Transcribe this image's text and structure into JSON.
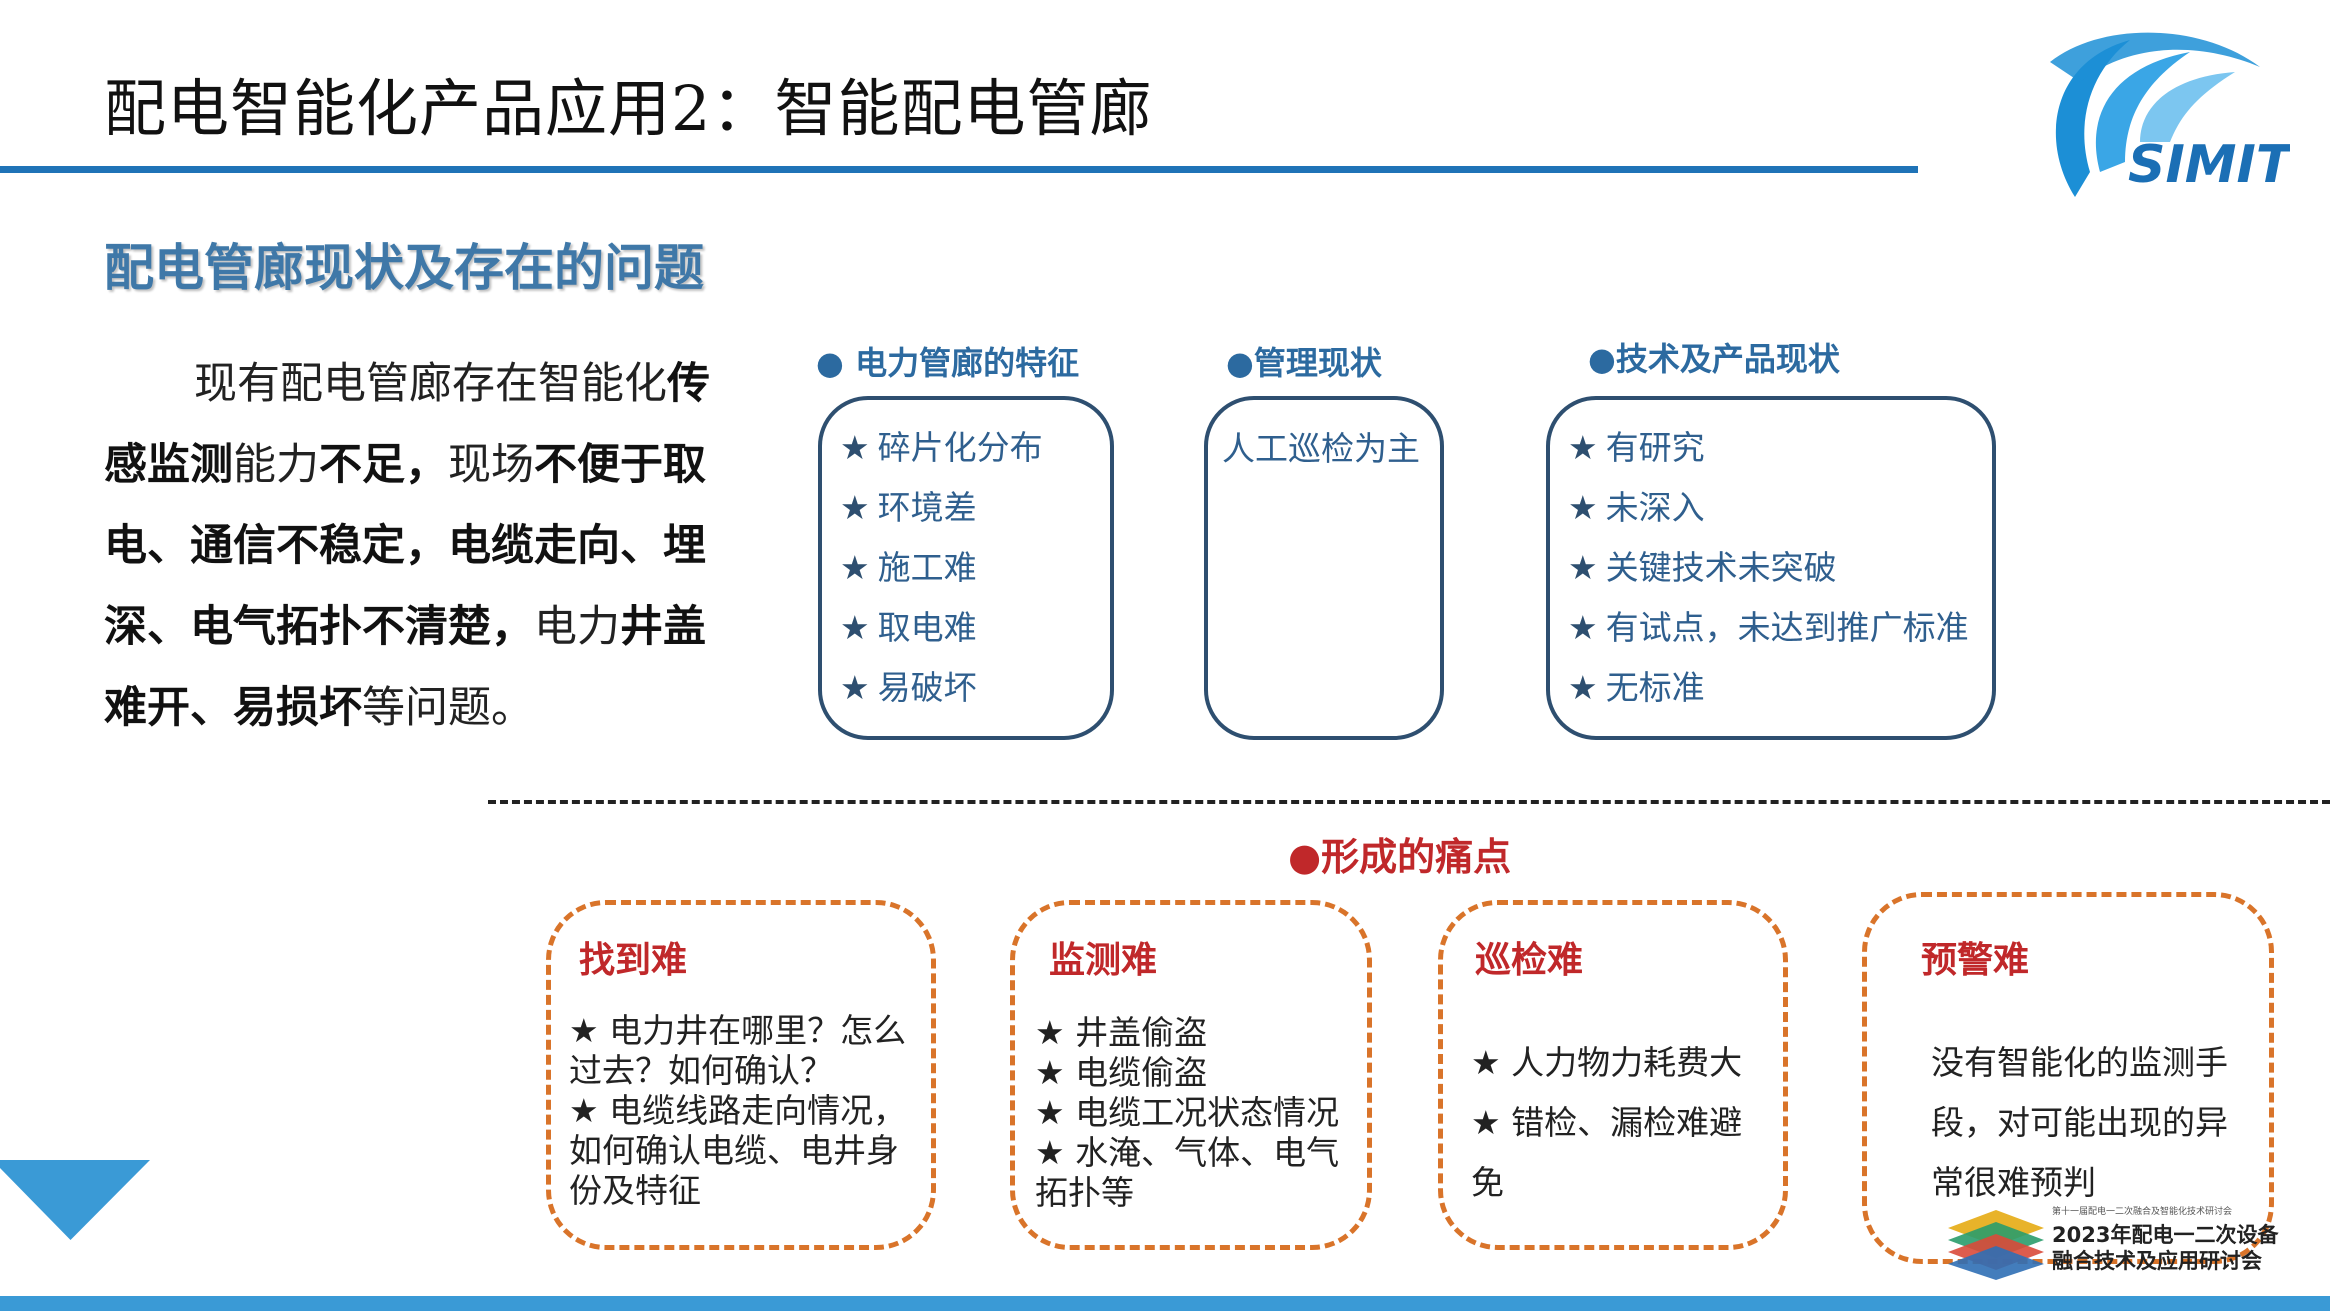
{
  "header": {
    "title": "配电智能化产品应用2：智能配电管廊",
    "logo_text": "SIMIT"
  },
  "section_title": "配电管廊现状及存在的问题",
  "intro": {
    "p1": "现有配电管廊存在智能化",
    "p2": "传感监测",
    "p3": "能力",
    "p4": "不足，",
    "p5": "现场",
    "p6": "不便于取电、通信不稳定，电缆走向、埋深、电气拓扑不清楚，",
    "p7": "电力",
    "p8": "井盖难开、易损坏",
    "p9": "等问题。"
  },
  "characteristics": {
    "title": "● 电力管廊的特征",
    "items": [
      "碎片化分布",
      "环境差",
      "施工难",
      "取电难",
      "易破坏"
    ]
  },
  "management": {
    "title": "●管理现状",
    "text": "人工巡检为主"
  },
  "technology": {
    "title": "●技术及产品现状",
    "items": [
      "有研究",
      "未深入",
      "关键技术未突破",
      "有试点，未达到推广标准",
      "无标准"
    ]
  },
  "pain_points": {
    "title": "●形成的痛点",
    "boxes": [
      {
        "title": "找到难",
        "lines": [
          "★  电力井在哪里？怎么过去？如何确认？",
          "★  电缆线路走向情况，如何确认电缆、电井身份及特征"
        ]
      },
      {
        "title": "监测难",
        "lines": [
          "★  井盖偷盗",
          "★  电缆偷盗",
          "★  电缆工况状态情况",
          "★  水淹、气体、电气拓扑等"
        ]
      },
      {
        "title": "巡检难",
        "lines": [
          "★ 人力物力耗费大",
          "★ 错检、漏检难避免"
        ]
      },
      {
        "title": "预警难",
        "lines": [
          "没有智能化的监测手段，对可能出现的异常很难预判"
        ]
      }
    ]
  },
  "footer": {
    "conf_subtitle": "第十一届配电一二次融合及智能化技术研讨会",
    "conf_line1": "2023年配电一二次设备",
    "conf_line2": "融合技术及应用研讨会"
  },
  "colors": {
    "title_rule": "#1f73b7",
    "section_title": "#3f78a8",
    "box_border": "#2e4f70",
    "item_text": "#2f5f8e",
    "pain_border": "#d9742a",
    "pain_title": "#c0282a",
    "bottom_bar": "#3a9ad6"
  },
  "icons": {
    "star": "★"
  }
}
